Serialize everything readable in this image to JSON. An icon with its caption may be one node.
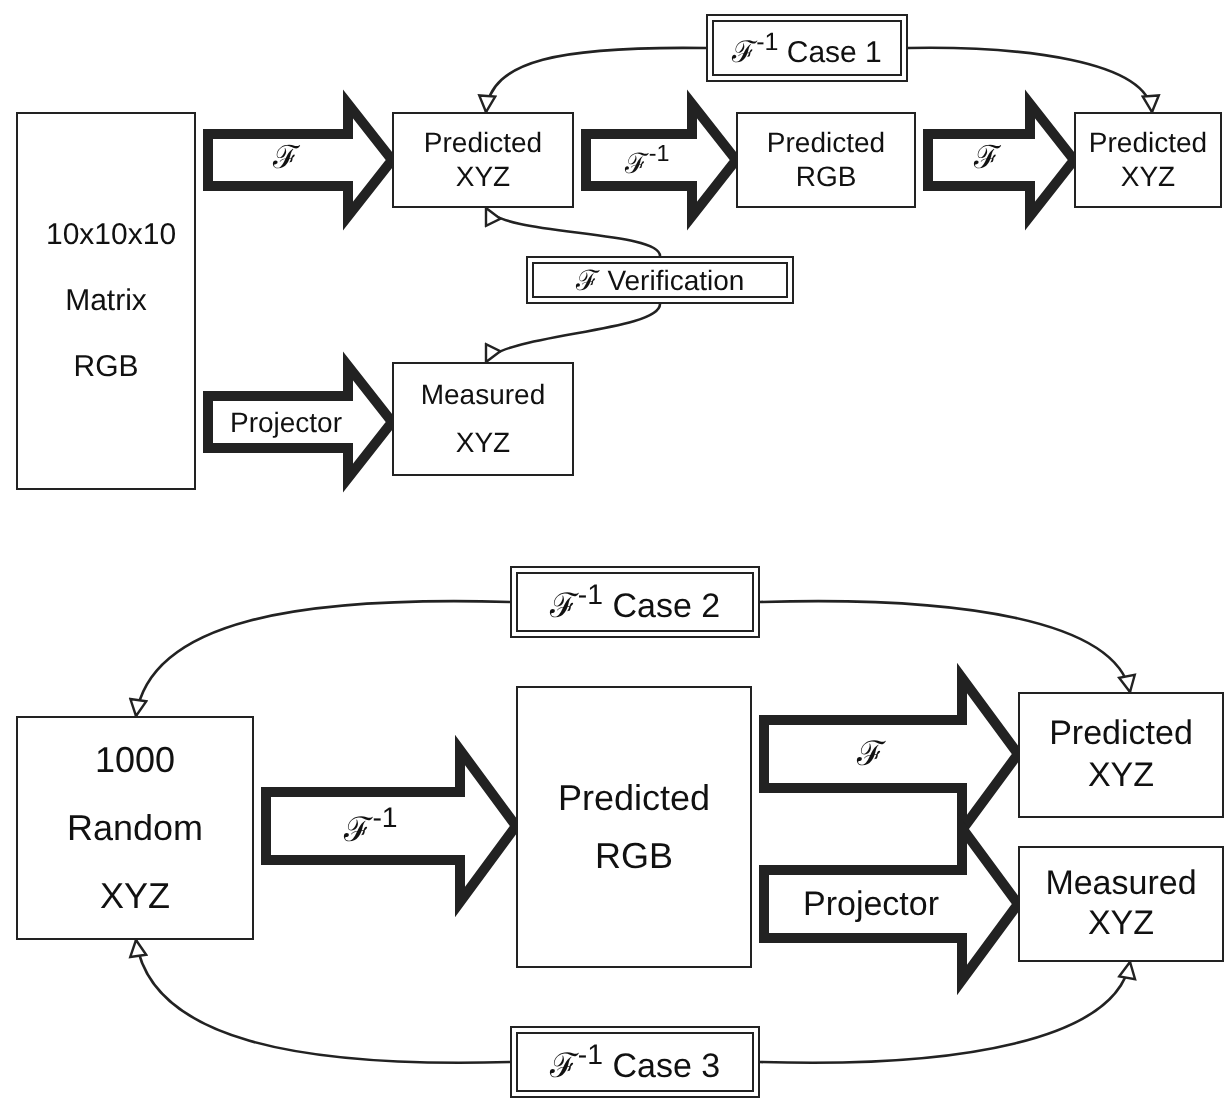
{
  "diagram": {
    "nodes": [
      {
        "text": [
          "10x10x10 Matrix RGB"
        ]
      },
      {
        "text": [
          "Predicted XYZ"
        ]
      },
      {
        "text": [
          "Predicted RGB"
        ]
      },
      {
        "text": [
          "Predicted XYZ"
        ]
      },
      {
        "text": [
          "Measured XYZ"
        ]
      },
      {
        "text": [
          "ℱ Verification"
        ]
      },
      {
        "text": [
          "ℱ$^{-1}$ Case 1"
        ]
      },
      {
        "text": [
          "1000 Random XYZ"
        ]
      },
      {
        "text": [
          "Predicted RGB"
        ]
      },
      {
        "text": [
          "Predicted XYZ"
        ]
      },
      {
        "text": [
          "Measured XYZ"
        ]
      },
      {
        "text": [
          "ℱ$^{-1}$ Case 2"
        ]
      },
      {
        "text": [
          "ℱ$^{-1}$ Case 3"
        ]
      }
    ],
    "edges": [
      {
        "from": 0,
        "to": 1,
        "arrow": "to",
        "label": "ℱ",
        "style": "thick"
      },
      {
        "from": 1,
        "to": 2,
        "arrow": "to",
        "label": "ℱ$^{-1}$",
        "style": "thick"
      },
      {
        "from": 2,
        "to": 3,
        "arrow": "to",
        "label": "ℱ",
        "style": "thick"
      },
      {
        "from": 0,
        "to": 4,
        "arrow": "to",
        "label": "Projector",
        "style": "thick"
      },
      {
        "from": 6,
        "to": 1,
        "arrow": "to"
      },
      {
        "from": 6,
        "to": 3,
        "arrow": "to"
      },
      {
        "from": 5,
        "to": 1,
        "arrow": "to"
      },
      {
        "from": 5,
        "to": 4,
        "arrow": "to"
      },
      {
        "from": 7,
        "to": 8,
        "arrow": "to",
        "label": "ℱ$^{-1}$",
        "style": "thick"
      },
      {
        "from": 8,
        "to": 9,
        "arrow": "to",
        "label": "ℱ",
        "style": "thick"
      },
      {
        "from": 8,
        "to": 10,
        "arrow": "to",
        "label": "Projector",
        "style": "thick"
      },
      {
        "from": 11,
        "to": 7,
        "arrow": "to"
      },
      {
        "from": 11,
        "to": 9,
        "arrow": "to"
      },
      {
        "from": 12,
        "to": 7,
        "arrow": "to"
      },
      {
        "from": 12,
        "to": 10,
        "arrow": "to"
      }
    ]
  }
}
